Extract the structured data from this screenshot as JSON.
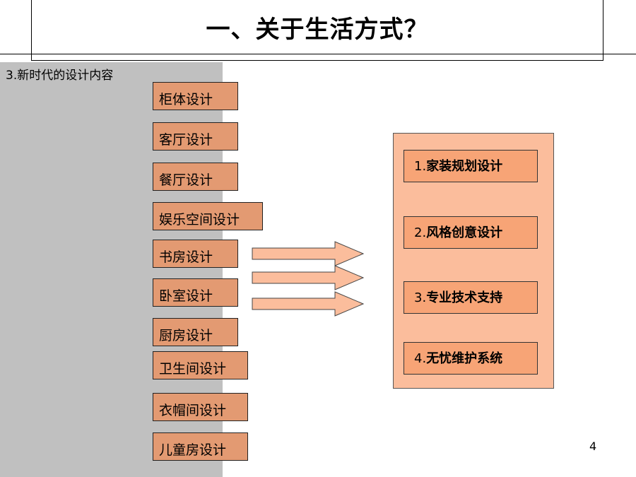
{
  "title": "一、关于生活方式？",
  "subtitle": "3.新时代的设计内容",
  "items": [
    {
      "label": "柜体设计"
    },
    {
      "label": "客厅设计"
    },
    {
      "label": "餐厅设计"
    },
    {
      "label": "娱乐空间设计"
    },
    {
      "label": "书房设计"
    },
    {
      "label": "卧室设计"
    },
    {
      "label": "厨房设计"
    },
    {
      "label": "卫生间设计"
    },
    {
      "label": "衣帽间设计"
    },
    {
      "label": "儿童房设计"
    }
  ],
  "features": [
    {
      "num": "1.",
      "text": "家装规划设计"
    },
    {
      "num": "2.",
      "text": "风格创意设计"
    },
    {
      "num": "3.",
      "text": "专业技术支持"
    },
    {
      "num": "4.",
      "text": "无忧维护系统"
    }
  ],
  "page_number": "4",
  "colors": {
    "item_fill": "#e39a72",
    "panel_fill": "#fbbd9c",
    "feature_fill": "#f7a476",
    "side_panel": "#c0c0c0"
  }
}
